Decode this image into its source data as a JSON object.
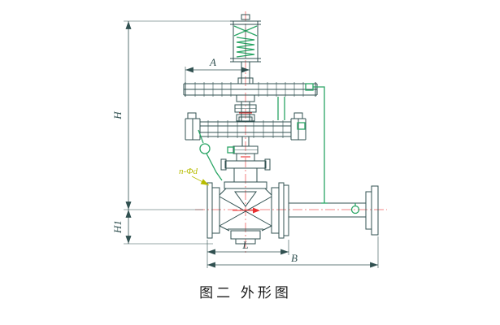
{
  "drawing": {
    "caption": "图二 外形图",
    "dim_labels": {
      "A": "A",
      "H": "H",
      "H1": "H1",
      "L": "L",
      "B": "B"
    },
    "annotations": {
      "bolt_holes": "n-Φd"
    }
  },
  "colors": {
    "line": "#305050",
    "tube": "#2aa565",
    "center": "#f06060",
    "accent": "#e83030",
    "label": "#b8bc00",
    "caption": "#1a1a1a",
    "bg": "#ffffff"
  }
}
